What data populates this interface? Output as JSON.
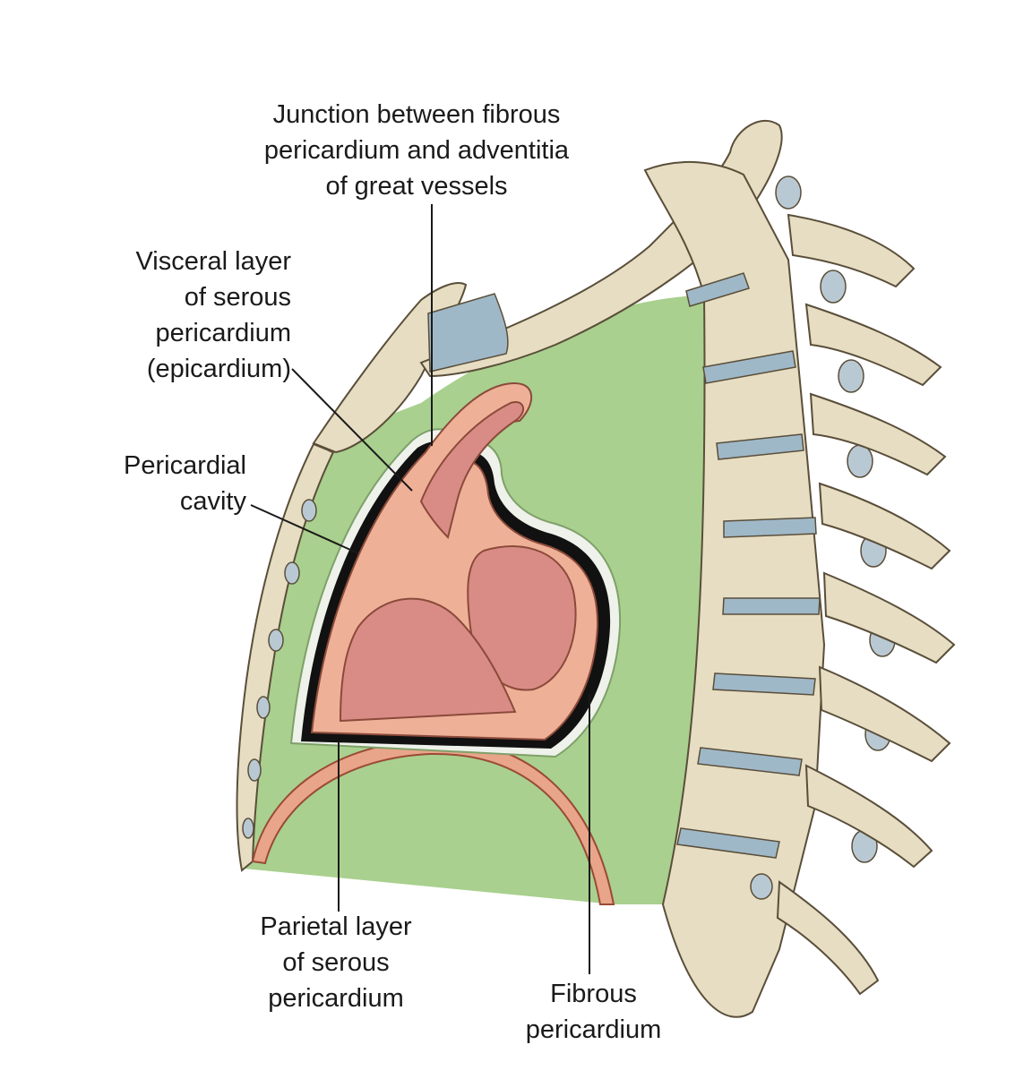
{
  "labels": {
    "junction": {
      "line1": "Junction between fibrous",
      "line2": "pericardium and adventitia",
      "line3": "of great vessels"
    },
    "visceral": {
      "line1": "Visceral layer",
      "line2": "of serous",
      "line3": "pericardium",
      "line4": "(epicardium)"
    },
    "cavity": {
      "line1": "Pericardial",
      "line2": "cavity"
    },
    "parietal": {
      "line1": "Parietal layer",
      "line2": "of serous",
      "line3": "pericardium"
    },
    "fibrous": {
      "line1": "Fibrous",
      "line2": "pericardium"
    }
  },
  "colors": {
    "mediastinum": "#a9d08e",
    "bone": "#e6ddc2",
    "bone_outline": "#5a4e3a",
    "disc": "#9fb8c8",
    "heart_outer": "#eeb197",
    "heart_chamber": "#d98c86",
    "pericardial_cavity": "#111111",
    "fibrous_edge": "#f2f4ee",
    "diaphragm": "#e8a58a"
  }
}
